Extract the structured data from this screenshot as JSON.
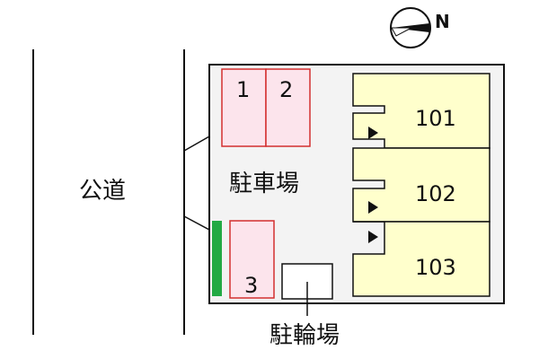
{
  "road_label": "公道",
  "parking_label": "駐車場",
  "bicycle_label": "駐輪場",
  "compass": {
    "north_label": "N"
  },
  "parking_spaces": [
    "1",
    "2",
    "3"
  ],
  "units": [
    "101",
    "102",
    "103"
  ],
  "colors": {
    "parking_fill": "#fce4ec",
    "parking_stroke": "#d32f2f",
    "unit_fill": "#ffffcc",
    "lot_fill": "#f3f3f3",
    "green_bar": "#22aa44",
    "outline": "#111111"
  }
}
